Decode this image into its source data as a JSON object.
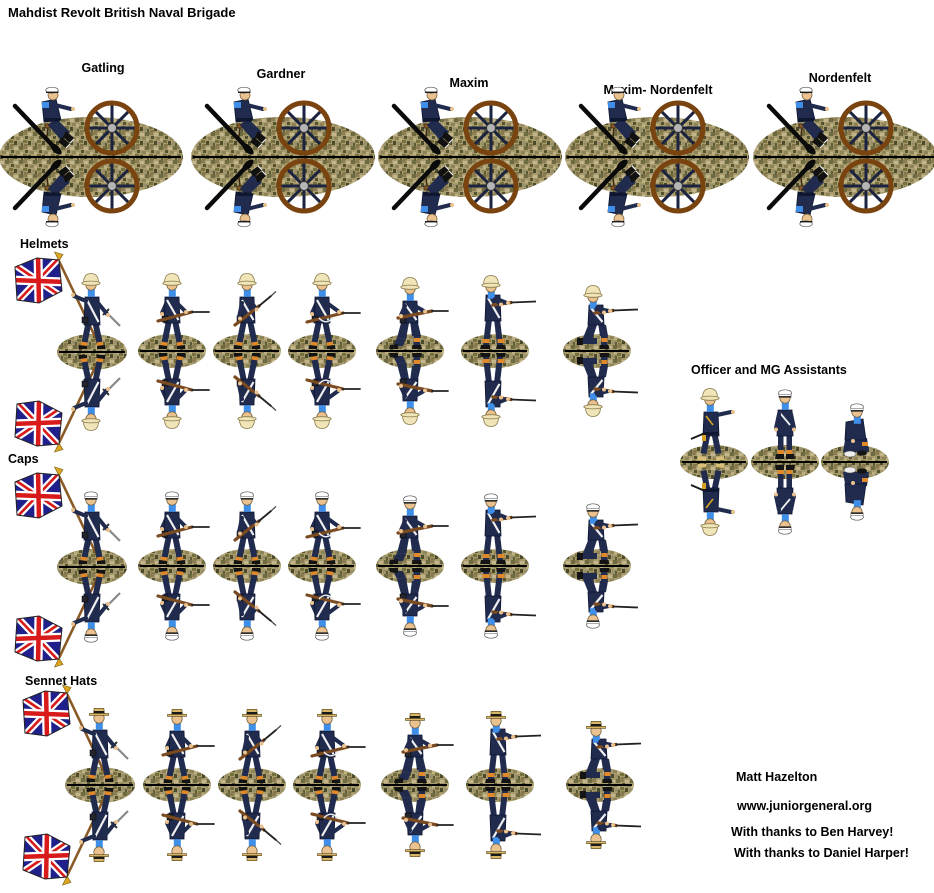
{
  "title": "Mahdist Revolt British Naval Brigade",
  "guns": {
    "units": [
      {
        "label": "Gatling",
        "type": "gatling"
      },
      {
        "label": "Gardner",
        "type": "gardner"
      },
      {
        "label": "Maxim",
        "type": "maxim"
      },
      {
        "label": "Maxim- Nordenfelt",
        "type": "maxim-nordenfelt"
      },
      {
        "label": "Nordenfelt",
        "type": "nordenfelt"
      }
    ]
  },
  "sections": [
    {
      "label": "Helmets",
      "headgear": "helmet",
      "poses": [
        "flag-bearer",
        "advancing",
        "at-the-ready",
        "advancing-2",
        "kneeling-ready",
        "standing-firing",
        "kneeling-firing"
      ]
    },
    {
      "label": "Caps",
      "headgear": "cap",
      "poses": [
        "flag-bearer",
        "advancing",
        "at-the-ready",
        "advancing-2",
        "kneeling-ready",
        "standing-firing",
        "kneeling-firing"
      ]
    },
    {
      "label": "Sennet Hats",
      "headgear": "sennet",
      "poses": [
        "flag-bearer",
        "advancing",
        "at-the-ready",
        "advancing-2",
        "kneeling-ready",
        "standing-firing",
        "kneeling-firing"
      ]
    }
  ],
  "officer_section": {
    "label": "Officer and MG Assistants",
    "figures": [
      {
        "name": "officer"
      },
      {
        "name": "mg-assistant-standing"
      },
      {
        "name": "mg-assistant-kneeling"
      }
    ]
  },
  "flag": "union-jack",
  "credits": {
    "lines": [
      "Matt Hazelton",
      "www.juniorgeneral.org",
      "With thanks to Ben Harvey!",
      "With thanks to Daniel Harper!"
    ]
  },
  "colors": {
    "background": "#ffffff",
    "uniform_navy": "#202b4e",
    "uniform_dark": "#0e1630",
    "skin": "#e9c28f",
    "collar_blue": "#3f8fe8",
    "helmet_cream": "#efe5b8",
    "cap_white": "#ffffff",
    "sennet_tan": "#d8b868",
    "gaiter_orange": "#e0892b",
    "boot_black": "#141414",
    "rifle_wood": "#7a4a20",
    "rifle_metal": "#222222",
    "wheel_brown": "#7a4410",
    "spoke_navy": "#1c2340",
    "gun_gray": "#b9b9b9",
    "gun_black": "#161616",
    "brass_gold": "#caa032",
    "bench_brown": "#8a5a2a",
    "pole_brown": "#8a5a26",
    "finial_gold": "#d9a520",
    "base_khaki": "#a79a6c",
    "flag_blue": "#20208c",
    "flag_red": "#d81a1a"
  }
}
